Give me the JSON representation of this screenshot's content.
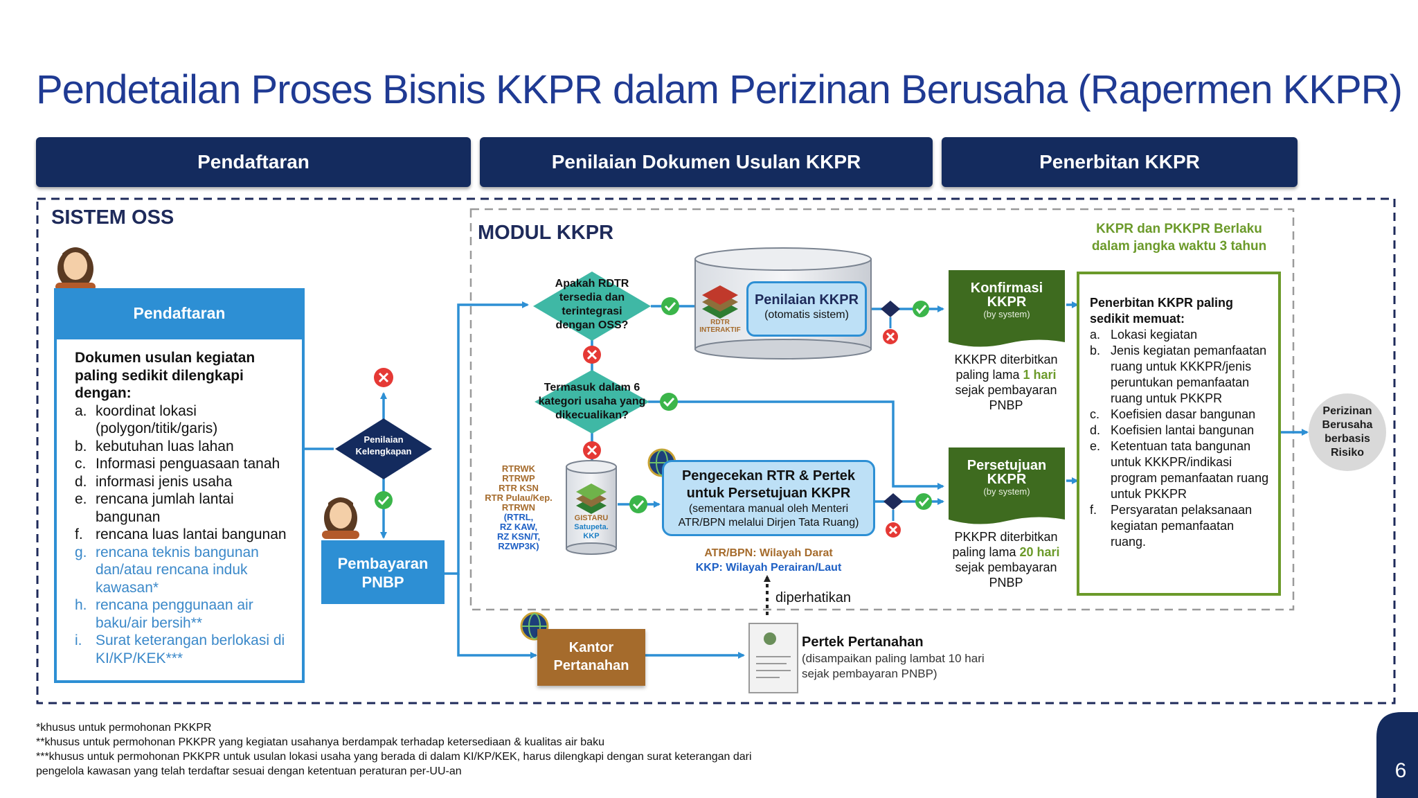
{
  "title": "Pendetailan Proses Bisnis KKPR dalam Perizinan Berusaha (Rapermen KKPR)",
  "phases": [
    "Pendaftaran",
    "Penilaian Dokumen Usulan KKPR",
    "Penerbitan KKPR"
  ],
  "sistem_oss": "SISTEM OSS",
  "modul_kkpr": "MODUL KKPR",
  "pendaftaran": {
    "header": "Pendaftaran",
    "intro": "Dokumen usulan kegiatan paling sedikit dilengkapi dengan:",
    "items": [
      {
        "k": "a.",
        "t": "koordinat lokasi (polygon/titik/garis)"
      },
      {
        "k": "b.",
        "t": "kebutuhan luas lahan"
      },
      {
        "k": "c.",
        "t": "Informasi penguasaan tanah"
      },
      {
        "k": "d.",
        "t": "informasi jenis usaha"
      },
      {
        "k": "e.",
        "t": "rencana jumlah lantai bangunan"
      },
      {
        "k": "f.",
        "t": "rencana luas lantai bangunan"
      },
      {
        "k": "g.",
        "t": "rencana teknis bangunan dan/atau rencana induk kawasan*"
      },
      {
        "k": "h.",
        "t": "rencana penggunaan air baku/air bersih**"
      },
      {
        "k": "i.",
        "t": "Surat keterangan berlokasi di KI/KP/KEK***"
      }
    ]
  },
  "penilaian_kelengkapan": [
    "Penilaian",
    "Kelengkapan"
  ],
  "pembayaran_pnbp": [
    "Pembayaran",
    "PNBP"
  ],
  "q1": [
    "Apakah RDTR",
    "tersedia dan",
    "terintegrasi",
    "dengan OSS?"
  ],
  "q2": [
    "Termasuk dalam 6",
    "kategori usaha yang",
    "dikecualikan?"
  ],
  "rdtr_label": [
    "RDTR",
    "INTERAKTIF"
  ],
  "penilaian_kkpr": {
    "title": "Penilaian KKPR",
    "sub": "(otomatis sistem)"
  },
  "gistaru_label": [
    "GISTARU",
    "Satupeta.",
    "KKP"
  ],
  "rtr_list": [
    "RTRWK",
    "RTRWP",
    "RTR KSN",
    "RTR Pulau/Kep.",
    "RTRWN",
    "(RTRL,",
    "RZ KAW,",
    "RZ KSN/T,",
    "RZWP3K)"
  ],
  "pengecekan": {
    "title1": "Pengecekan RTR & Pertek",
    "title2": "untuk Persetujuan KKPR",
    "sub1": "(sementara manual oleh Menteri",
    "sub2": "ATR/BPN melalui Dirjen Tata Ruang)"
  },
  "atr_bpn": "ATR/BPN: Wilayah Darat",
  "kkp": "KKP: Wilayah Perairan/Laut",
  "diperhatikan": "diperhatikan",
  "kantor": [
    "Kantor",
    "Pertanahan"
  ],
  "pertek": {
    "title": "Pertek Pertanahan",
    "sub1": "(disampaikan paling lambat 10 hari",
    "sub2": "sejak pembayaran PNBP)"
  },
  "berlaku": [
    "KKPR dan PKKPR Berlaku",
    "dalam jangka waktu 3 tahun"
  ],
  "konfirmasi": {
    "title1": "Konfirmasi",
    "title2": "KKPR",
    "sub": "(by system)"
  },
  "persetujuan": {
    "title1": "Persetujuan",
    "title2": "KKPR",
    "sub": "(by system)"
  },
  "kkkpr_text": {
    "l1": "KKKPR diterbitkan",
    "l2a": "paling lama ",
    "l2b": "1 hari",
    "l3": "sejak pembayaran",
    "l4": "PNBP"
  },
  "pkkpr_text": {
    "l1": "PKKPR diterbitkan",
    "l2a": "paling lama ",
    "l2b": "20 hari",
    "l3": "sejak pembayaran",
    "l4": "PNBP"
  },
  "penerbitan": {
    "intro": "Penerbitan KKPR paling sedikit memuat:",
    "items": [
      {
        "k": "a.",
        "t": "Lokasi kegiatan"
      },
      {
        "k": "b.",
        "t": "Jenis kegiatan pemanfaatan ruang untuk KKKPR/jenis peruntukan pemanfaatan ruang untuk PKKPR"
      },
      {
        "k": "c.",
        "t": "Koefisien dasar bangunan"
      },
      {
        "k": "d.",
        "t": "Koefisien lantai bangunan"
      },
      {
        "k": "e.",
        "t": "Ketentuan tata bangunan untuk KKKPR/indikasi program pemanfaatan ruang untuk PKKPR"
      },
      {
        "k": "f.",
        "t": "Persyaratan pelaksanaan kegiatan pemanfaatan ruang."
      }
    ]
  },
  "perizinan": [
    "Perizinan",
    "Berusaha",
    "berbasis",
    "Risiko"
  ],
  "footnotes": [
    "*khusus untuk permohonan PKKPR",
    "**khusus untuk permohonan PKKPR yang kegiatan usahanya berdampak terhadap ketersediaan & kualitas air baku",
    "***khusus untuk permohonan PKKPR untuk usulan lokasi usaha yang berada di dalam KI/KP/KEK, harus dilengkapi dengan surat keterangan dari",
    "pengelola kawasan yang telah terdaftar sesuai dengan ketentuan peraturan per-UU-an"
  ],
  "page_number": "6",
  "colors": {
    "navy": "#142b5e",
    "blue": "#2d8fd4",
    "teal": "#3fb8a5",
    "green": "#3e6b1f",
    "brown": "#a56b2c",
    "lime": "#6b9a2a"
  }
}
